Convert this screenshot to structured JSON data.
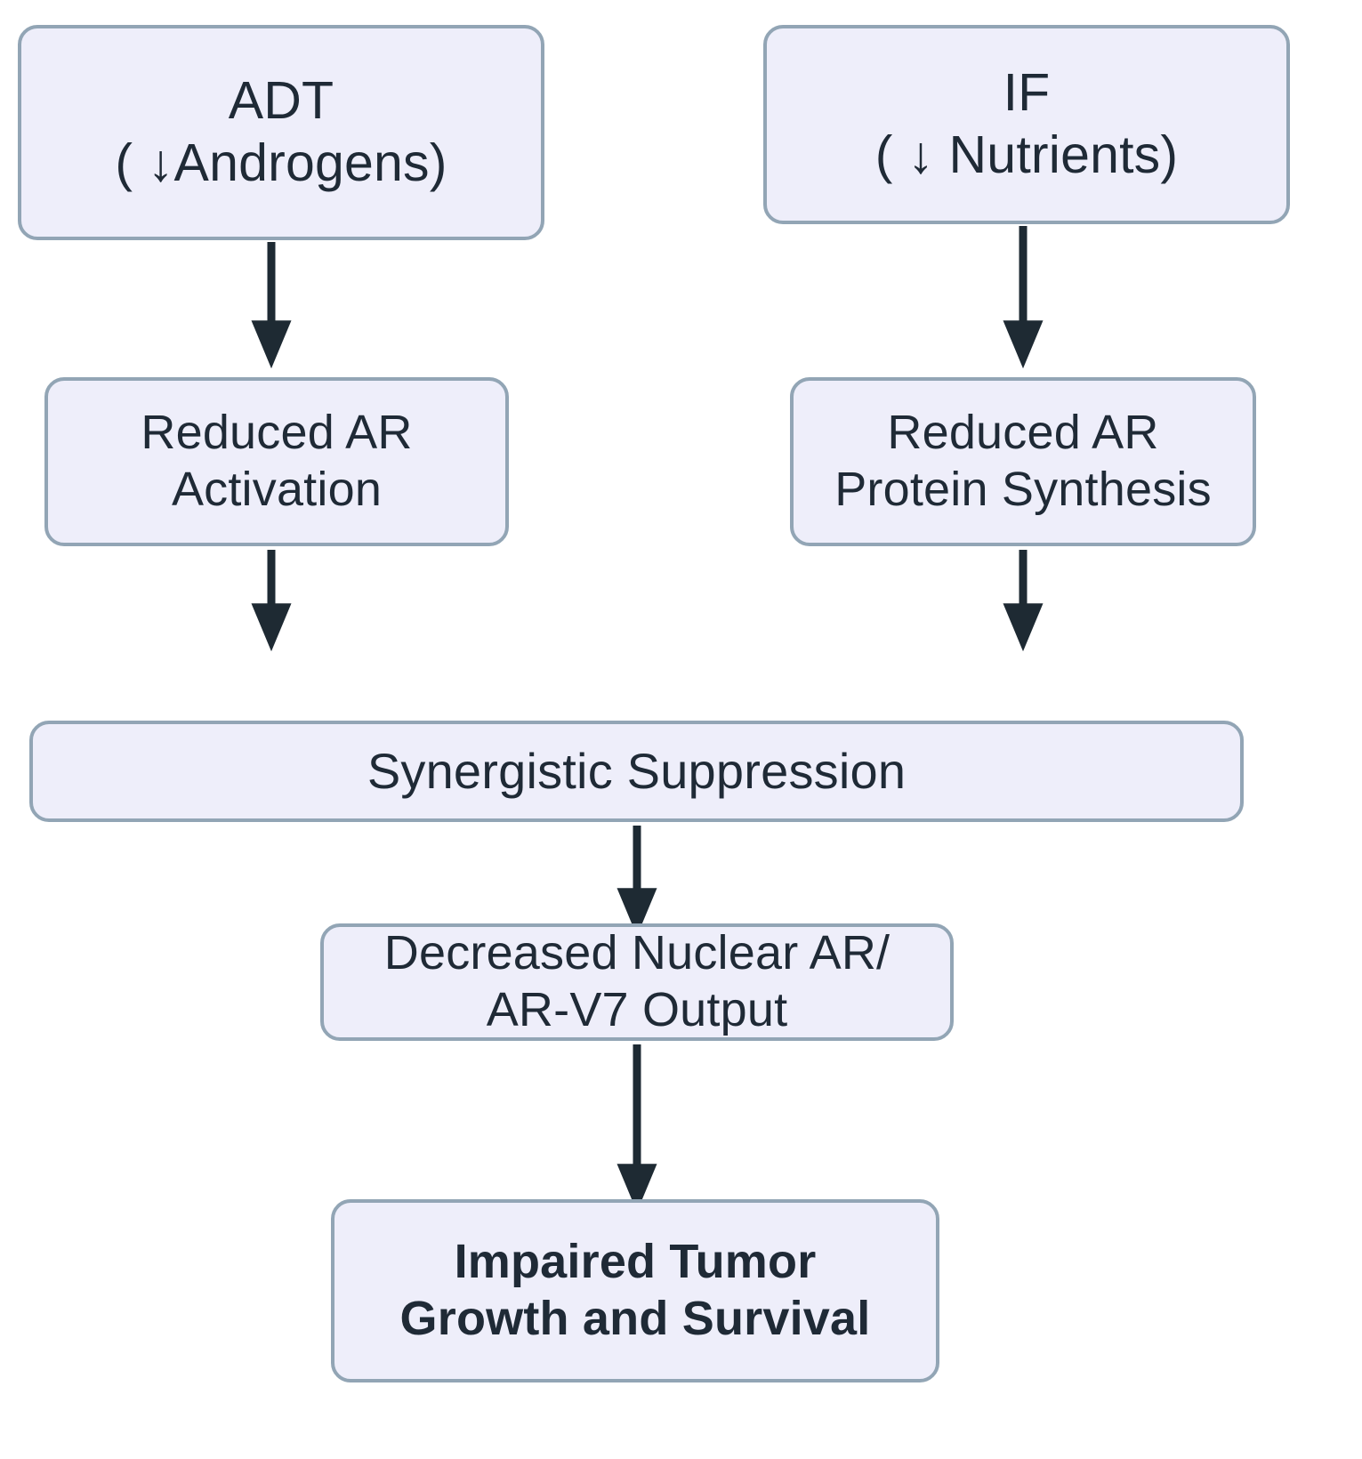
{
  "diagram": {
    "type": "flowchart",
    "orientation": "top-to-bottom",
    "background_color": "#ffffff",
    "node_fill_color": "#eeeefa",
    "node_border_color": "#92a5b5",
    "text_color": "#1f2a36",
    "edge_color": "#1e2a33",
    "nodes": [
      {
        "id": "adt",
        "label": "ADT\n( ↓Androgens)",
        "bold": false
      },
      {
        "id": "if",
        "label": "IF\n( ↓ Nutrients)",
        "bold": false
      },
      {
        "id": "reduced_ar_activation",
        "label": "Reduced AR\nActivation",
        "bold": false
      },
      {
        "id": "reduced_ar_protein",
        "label": "Reduced AR\nProtein Synthesis",
        "bold": false
      },
      {
        "id": "synergistic",
        "label": "Synergistic Suppression",
        "bold": false
      },
      {
        "id": "decreased",
        "label": "Decreased Nuclear AR/\nAR-V7 Output",
        "bold": false
      },
      {
        "id": "impaired",
        "label": "Impaired Tumor\nGrowth and Survival",
        "bold": true
      }
    ],
    "edges": [
      {
        "from": "adt",
        "to": "reduced_ar_activation",
        "arrowhead": "filled-triangle"
      },
      {
        "from": "if",
        "to": "reduced_ar_protein",
        "arrowhead": "filled-triangle"
      },
      {
        "from": "reduced_ar_activation",
        "to": "synergistic",
        "arrowhead": "filled-triangle"
      },
      {
        "from": "reduced_ar_protein",
        "to": "synergistic",
        "arrowhead": "filled-triangle"
      },
      {
        "from": "synergistic",
        "to": "decreased",
        "arrowhead": "filled-triangle"
      },
      {
        "from": "decreased",
        "to": "impaired",
        "arrowhead": "filled-triangle"
      }
    ]
  }
}
